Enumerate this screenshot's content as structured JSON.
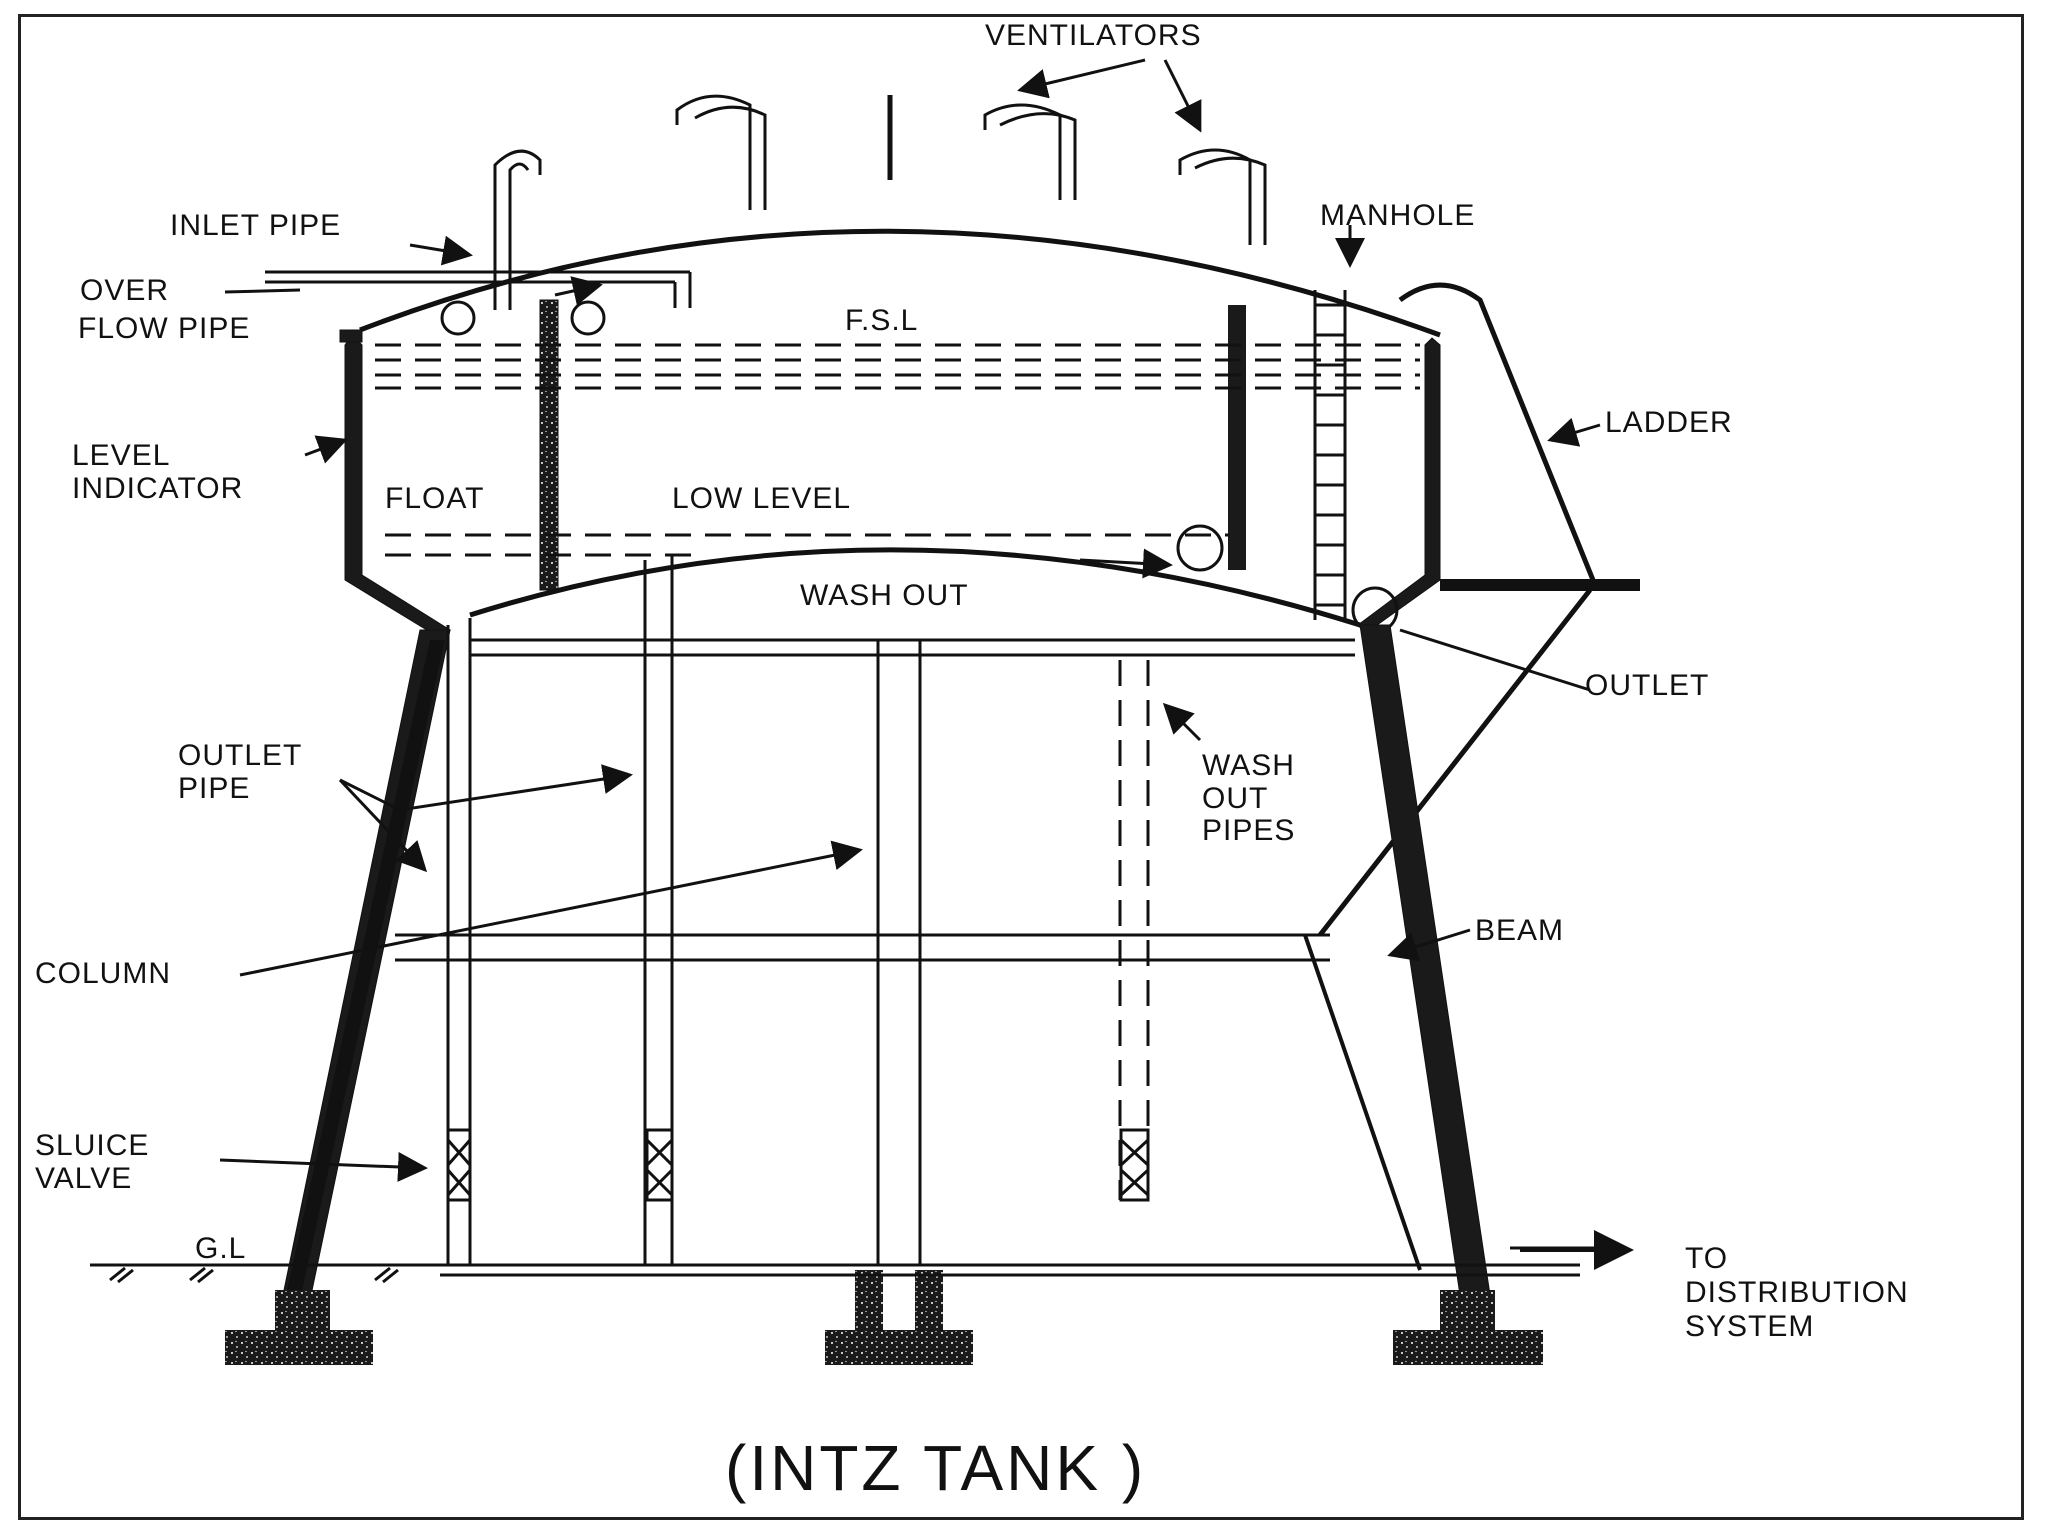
{
  "title": "(INTZ TANK )",
  "labels": {
    "ventilators": "VENTILATORS",
    "inlet_pipe": "INLET PIPE",
    "manhole": "MANHOLE",
    "over_flow_1": "OVER",
    "over_flow_2": "FLOW PIPE",
    "fsl": "F.S.L",
    "ladder": "LADDER",
    "level_1": "LEVEL",
    "level_2": "INDICATOR",
    "float": "FLOAT",
    "low_level": "LOW LEVEL",
    "wash_out": "WASH OUT",
    "outlet": "OUTLET",
    "outlet_pipe_1": "OUTLET",
    "outlet_pipe_2": "PIPE",
    "wash_out_pipes_1": "WASH",
    "wash_out_pipes_2": "OUT",
    "wash_out_pipes_3": "PIPES",
    "column": "COLUMN",
    "beam": "BEAM",
    "sluice_1": "SLUICE",
    "sluice_2": "VALVE",
    "gl": "G.L",
    "to_dist_1": "TO",
    "to_dist_2": "DISTRIBUTION",
    "to_dist_3": "SYSTEM"
  },
  "colors": {
    "ink": "#111111",
    "fill": "#1a1a1a",
    "background": "#ffffff"
  }
}
